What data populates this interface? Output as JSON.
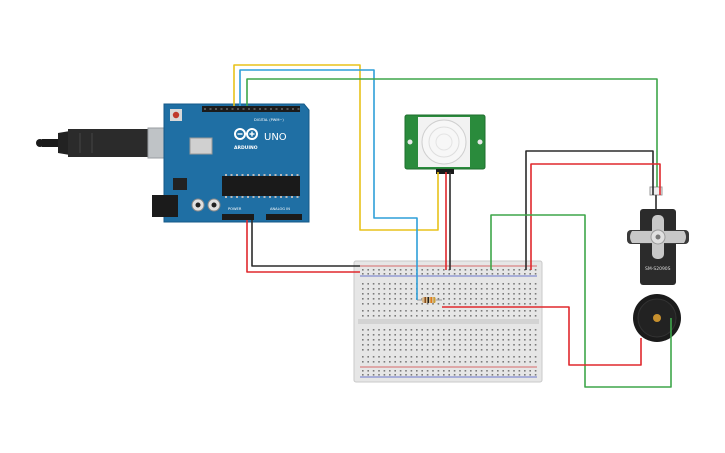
{
  "arduino": {
    "brand": "ARDUINO",
    "model": "UNO",
    "digital_label": "DIGITAL (PWM~)",
    "power_label": "POWER",
    "analog_label": "ANALOG IN"
  },
  "servo": {
    "model": "SM-S2090S"
  },
  "colors": {
    "board": "#1f6fa4",
    "breadboard": "#e4e4e4",
    "pir": "#2a8b3c",
    "wire_red": "#e0282d",
    "wire_black": "#2b2b2b",
    "wire_green": "#3ea64a",
    "wire_yellow": "#e8c21a",
    "wire_blue": "#2f9fd8"
  },
  "icons": [
    "usb-cable-icon",
    "arduino-logo-icon",
    "pir-dome-icon",
    "servo-horn-icon",
    "buzzer-icon",
    "resistor-icon"
  ]
}
